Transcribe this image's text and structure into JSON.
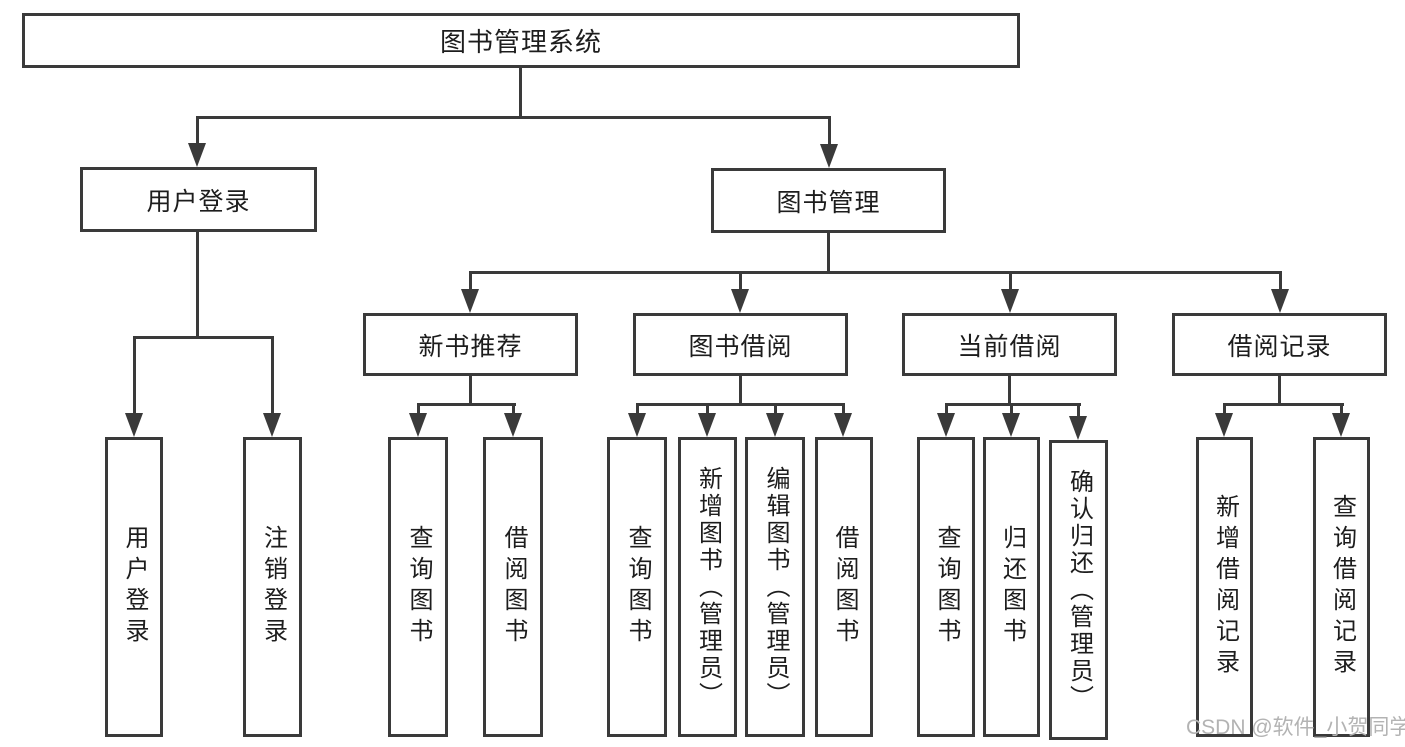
{
  "tree": {
    "label": "图书管理系统",
    "children": [
      {
        "label": "用户登录",
        "children": [
          {
            "label": "用户登录"
          },
          {
            "label": "注销登录"
          }
        ]
      },
      {
        "label": "图书管理",
        "children": [
          {
            "label": "新书推荐",
            "children": [
              {
                "label": "查询图书"
              },
              {
                "label": "借阅图书"
              }
            ]
          },
          {
            "label": "图书借阅",
            "children": [
              {
                "label": "查询图书"
              },
              {
                "label": "新增图书（管理员）"
              },
              {
                "label": "编辑图书（管理员）"
              },
              {
                "label": "借阅图书"
              }
            ]
          },
          {
            "label": "当前借阅",
            "children": [
              {
                "label": "查询图书"
              },
              {
                "label": "归还图书"
              },
              {
                "label": "确认归还（管理员）"
              }
            ]
          },
          {
            "label": "借阅记录",
            "children": [
              {
                "label": "新增借阅记录"
              },
              {
                "label": "查询借阅记录"
              }
            ]
          }
        ]
      }
    ]
  },
  "watermark": {
    "text": "CSDN @软件_小贺同学"
  },
  "colors": {
    "line": "#3a3a3a",
    "text": "#1d1d1d",
    "watermark": "#b3b3b3",
    "background": "#ffffff"
  }
}
